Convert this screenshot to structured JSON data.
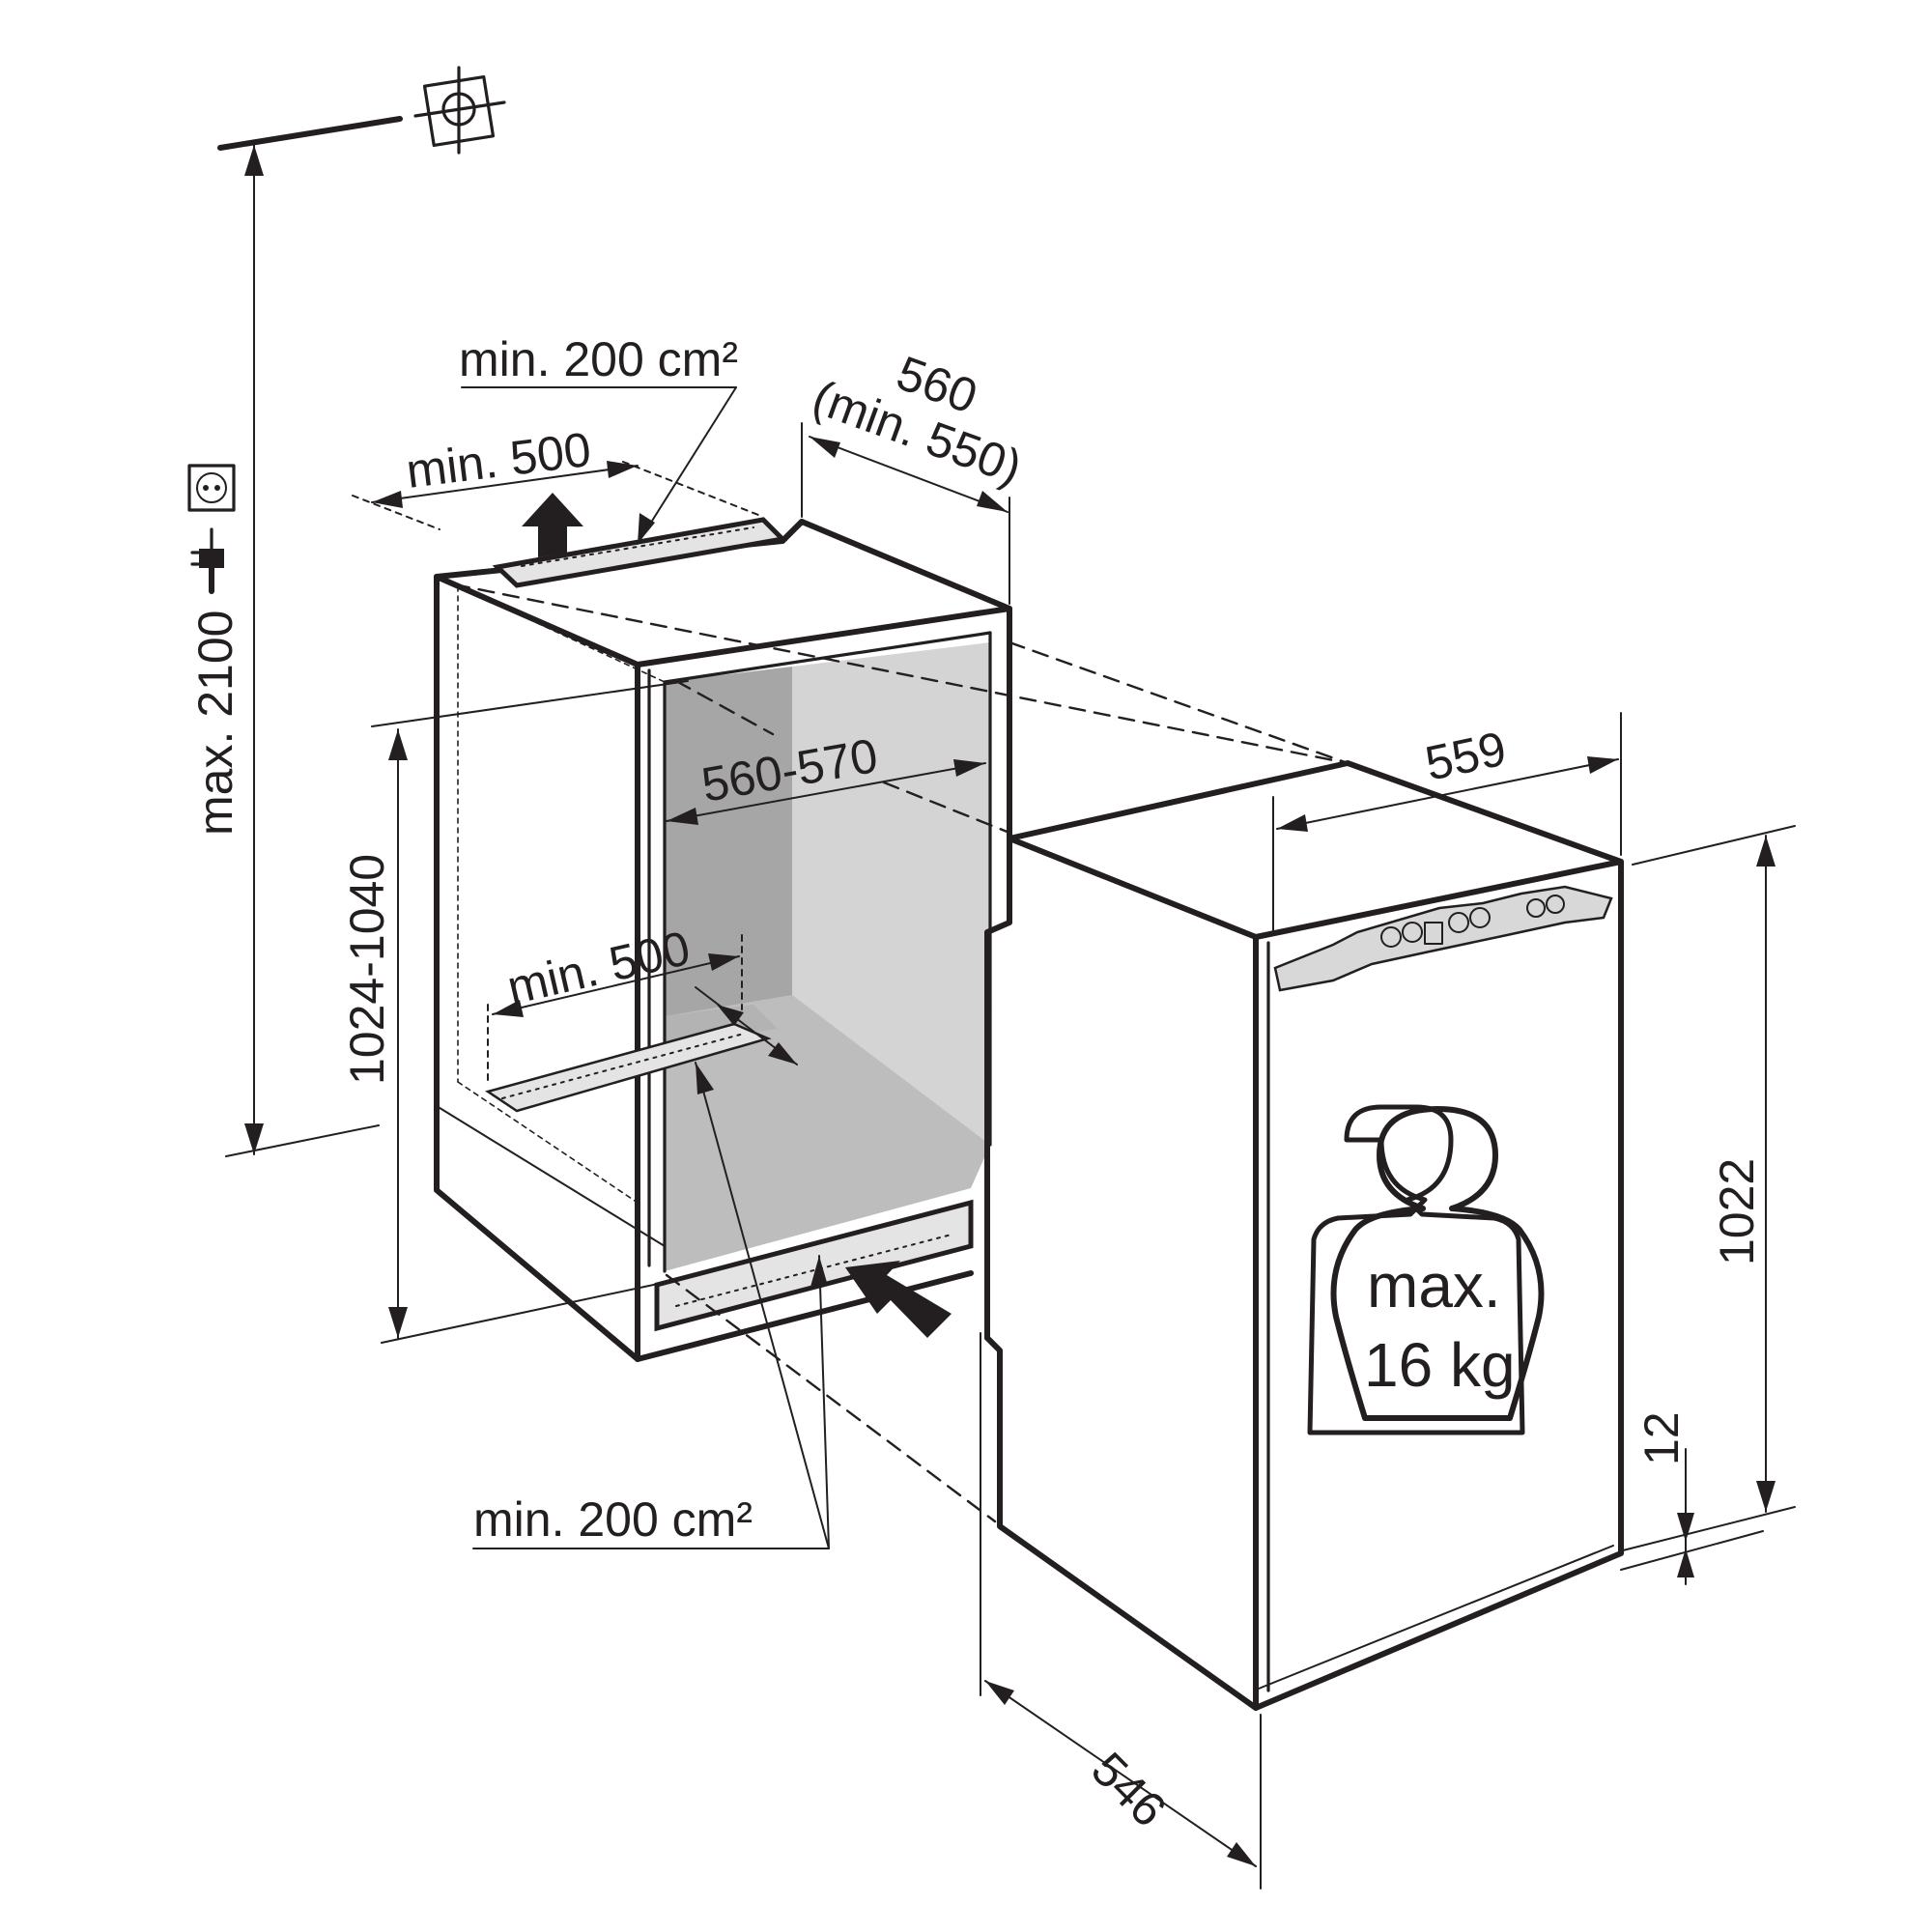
{
  "diagram": {
    "colors": {
      "line": "#231f20",
      "cavity_dark": "#a6a6a6",
      "cavity_mid": "#bdbdbd",
      "cavity_light": "#d4d4d4",
      "vent": "#e4e4e4",
      "control_panel": "#d8d8d8"
    },
    "icons": [
      "water-connection-icon",
      "socket-icon",
      "plug-icon",
      "weight-icon",
      "airflow-arrow-icon"
    ],
    "labels": {
      "top_vent_area": "min. 200 cm²",
      "top_clearance": "min. 500",
      "niche_depth": "560",
      "niche_depth_min": "(min. 550)",
      "niche_width": "560-570",
      "bottom_clearance": "min. 500",
      "niche_height": "1024-1040",
      "bottom_vent_area": "min. 200 cm²",
      "max_height": "max. 2100",
      "appliance_width": "559",
      "appliance_height": "1022",
      "appliance_depth": "546",
      "plinth_offset": "12",
      "max_load_line1": "max.",
      "max_load_line2": "16 kg"
    }
  }
}
